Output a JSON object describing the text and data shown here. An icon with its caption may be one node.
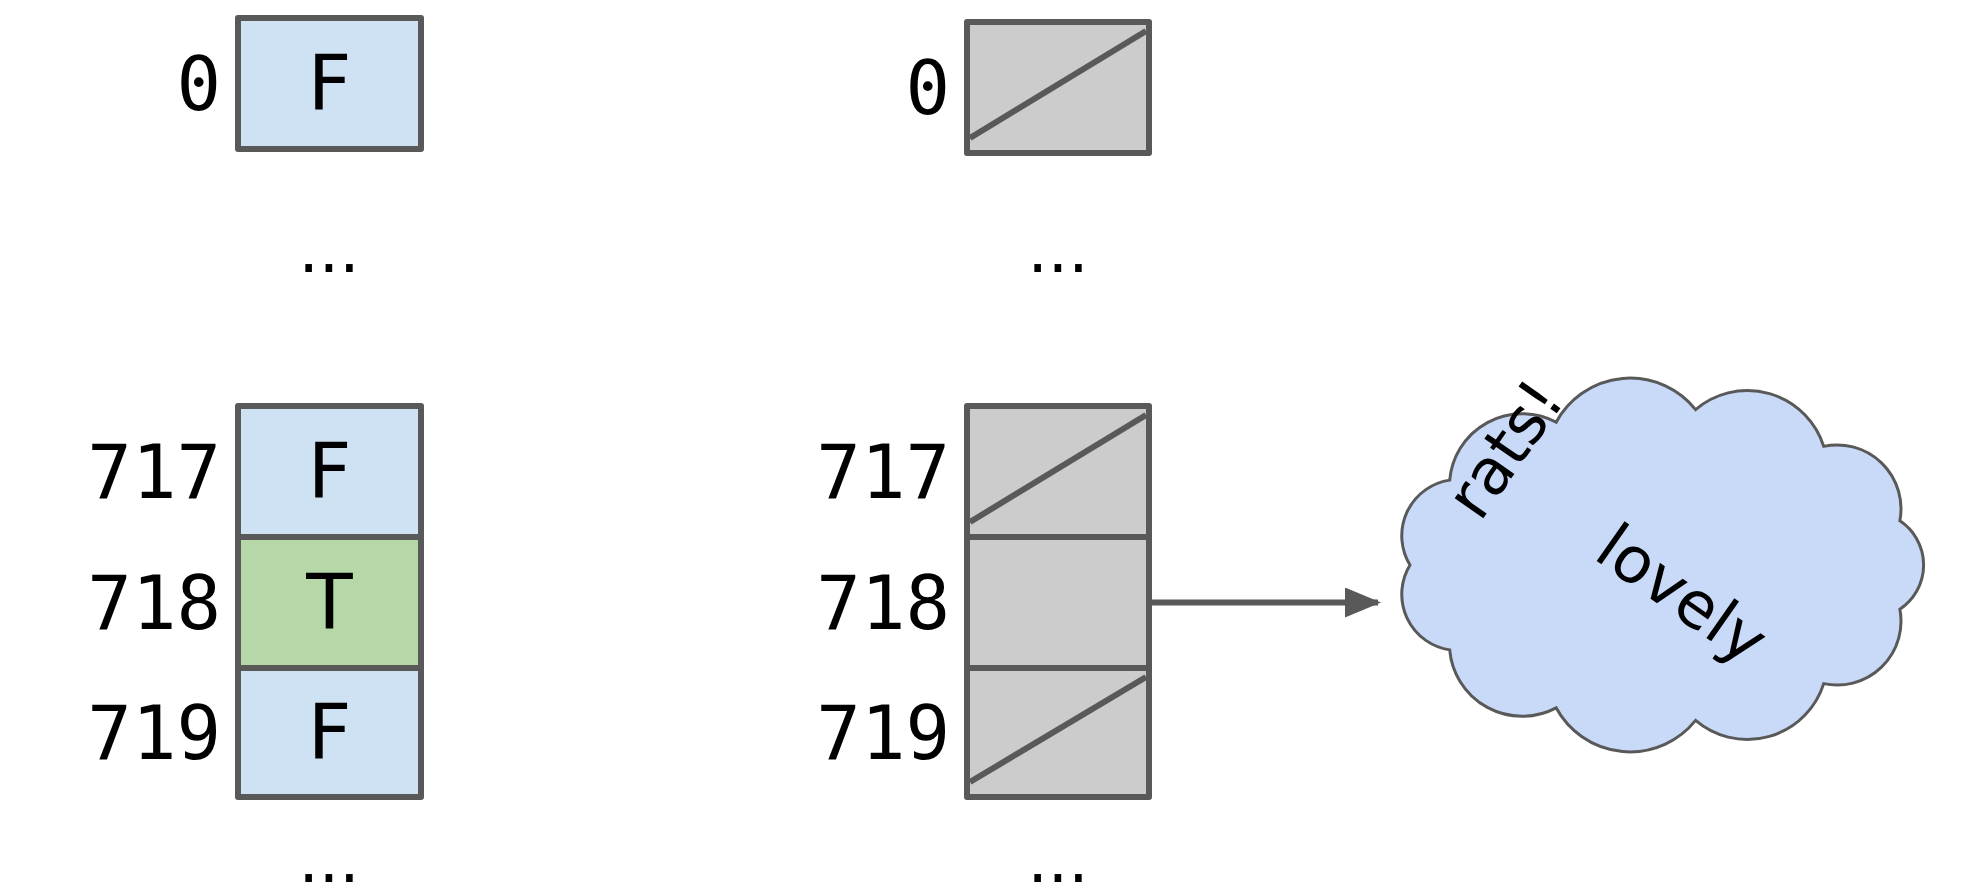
{
  "diagram": {
    "nodes": [
      {
        "text": [
          "F"
        ],
        "beside": [
          "0"
        ]
      },
      {
        "text": [
          "F"
        ],
        "beside": [
          "717"
        ]
      },
      {
        "text": [
          "T"
        ],
        "beside": [
          "718"
        ]
      },
      {
        "text": [
          "F"
        ],
        "beside": [
          "719"
        ]
      },
      {
        "text": [],
        "shape": "box",
        "beside": [
          "0"
        ]
      },
      {
        "text": [],
        "shape": "box",
        "beside": [
          "717"
        ]
      },
      {
        "text": [],
        "shape": "box",
        "beside": [
          "718"
        ]
      },
      {
        "text": [],
        "shape": "box",
        "beside": [
          "719"
        ]
      },
      {
        "text": [
          "rats!",
          "lovely"
        ]
      }
    ],
    "edges": [
      {
        "from": 6,
        "to": 8,
        "arrow": "to"
      }
    ],
    "labels": [
      "...",
      "...",
      "...",
      "..."
    ]
  }
}
